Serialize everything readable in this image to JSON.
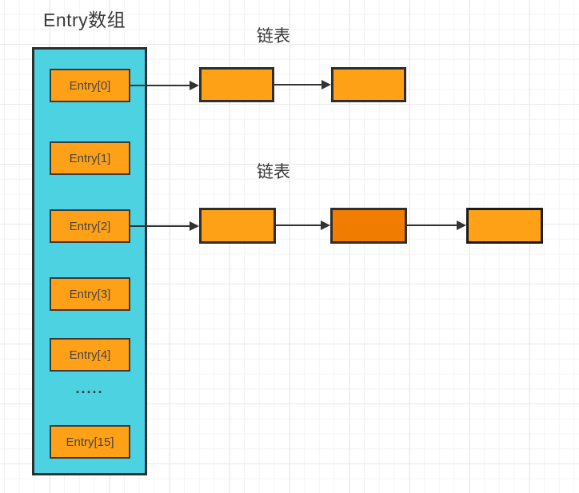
{
  "diagram": {
    "array_title": "Entry数组",
    "array": {
      "entries": [
        "Entry[0]",
        "Entry[1]",
        "Entry[2]",
        "Entry[3]",
        "Entry[4]",
        "Entry[15]"
      ],
      "ellipsis": "....."
    },
    "linked_lists": [
      {
        "label": "链表",
        "node_count": 2
      },
      {
        "label": "链表",
        "node_count": 3
      }
    ],
    "colors": {
      "array_fill": "#4dd2e2",
      "node_fill": "#ffa117",
      "node_fill_dark": "#f07d02",
      "stroke": "#2e2e2e",
      "entry_text": "#454545",
      "label_text": "#383838"
    }
  }
}
